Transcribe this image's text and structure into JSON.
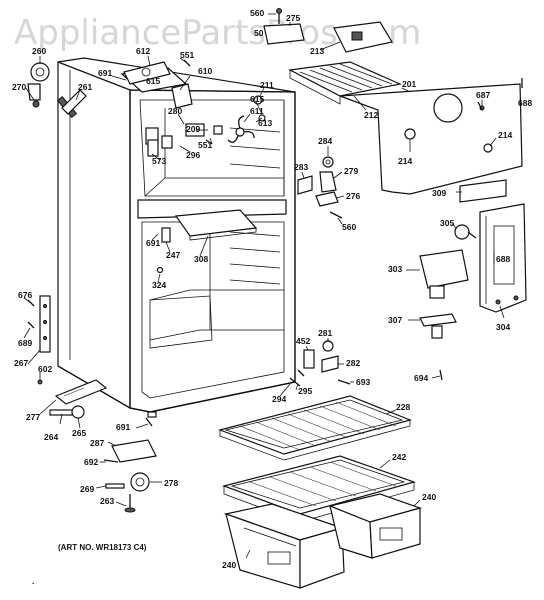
{
  "watermark": "AppliancePartsPros.com",
  "art_number": "(ART NO. WR18173 C4)",
  "part_labels": [
    {
      "id": "560a",
      "text": "560"
    },
    {
      "id": "275",
      "text": "275"
    },
    {
      "id": "50",
      "text": "50"
    },
    {
      "id": "213",
      "text": "213"
    },
    {
      "id": "260",
      "text": "260"
    },
    {
      "id": "612",
      "text": "612"
    },
    {
      "id": "551a",
      "text": "551"
    },
    {
      "id": "270",
      "text": "270"
    },
    {
      "id": "691a",
      "text": "691"
    },
    {
      "id": "615a",
      "text": "615"
    },
    {
      "id": "610",
      "text": "610"
    },
    {
      "id": "261",
      "text": "261"
    },
    {
      "id": "211",
      "text": "211"
    },
    {
      "id": "201",
      "text": "201"
    },
    {
      "id": "688a",
      "text": "688"
    },
    {
      "id": "615b",
      "text": "615"
    },
    {
      "id": "212",
      "text": "212"
    },
    {
      "id": "687",
      "text": "687"
    },
    {
      "id": "280",
      "text": "280"
    },
    {
      "id": "611",
      "text": "611"
    },
    {
      "id": "209",
      "text": "209"
    },
    {
      "id": "613",
      "text": "613"
    },
    {
      "id": "214a",
      "text": "214"
    },
    {
      "id": "551b",
      "text": "551"
    },
    {
      "id": "284",
      "text": "284"
    },
    {
      "id": "214b",
      "text": "214"
    },
    {
      "id": "573",
      "text": "573"
    },
    {
      "id": "296",
      "text": "296"
    },
    {
      "id": "283",
      "text": "283"
    },
    {
      "id": "279",
      "text": "279"
    },
    {
      "id": "276",
      "text": "276"
    },
    {
      "id": "309",
      "text": "309"
    },
    {
      "id": "560b",
      "text": "560"
    },
    {
      "id": "305",
      "text": "305"
    },
    {
      "id": "691b",
      "text": "691"
    },
    {
      "id": "247",
      "text": "247"
    },
    {
      "id": "308",
      "text": "308"
    },
    {
      "id": "688b",
      "text": "688"
    },
    {
      "id": "303",
      "text": "303"
    },
    {
      "id": "324",
      "text": "324"
    },
    {
      "id": "676",
      "text": "676"
    },
    {
      "id": "689",
      "text": "689"
    },
    {
      "id": "307",
      "text": "307"
    },
    {
      "id": "304",
      "text": "304"
    },
    {
      "id": "281",
      "text": "281"
    },
    {
      "id": "452",
      "text": "452"
    },
    {
      "id": "267",
      "text": "267"
    },
    {
      "id": "282",
      "text": "282"
    },
    {
      "id": "602",
      "text": "602"
    },
    {
      "id": "693",
      "text": "693"
    },
    {
      "id": "694",
      "text": "694"
    },
    {
      "id": "295",
      "text": "295"
    },
    {
      "id": "294",
      "text": "294"
    },
    {
      "id": "228",
      "text": "228"
    },
    {
      "id": "277",
      "text": "277"
    },
    {
      "id": "264",
      "text": "264"
    },
    {
      "id": "265",
      "text": "265"
    },
    {
      "id": "691c",
      "text": "691"
    },
    {
      "id": "287",
      "text": "287"
    },
    {
      "id": "242",
      "text": "242"
    },
    {
      "id": "692",
      "text": "692"
    },
    {
      "id": "278",
      "text": "278"
    },
    {
      "id": "269",
      "text": "269"
    },
    {
      "id": "263",
      "text": "263"
    },
    {
      "id": "240a",
      "text": "240"
    },
    {
      "id": "240b",
      "text": "240"
    }
  ]
}
